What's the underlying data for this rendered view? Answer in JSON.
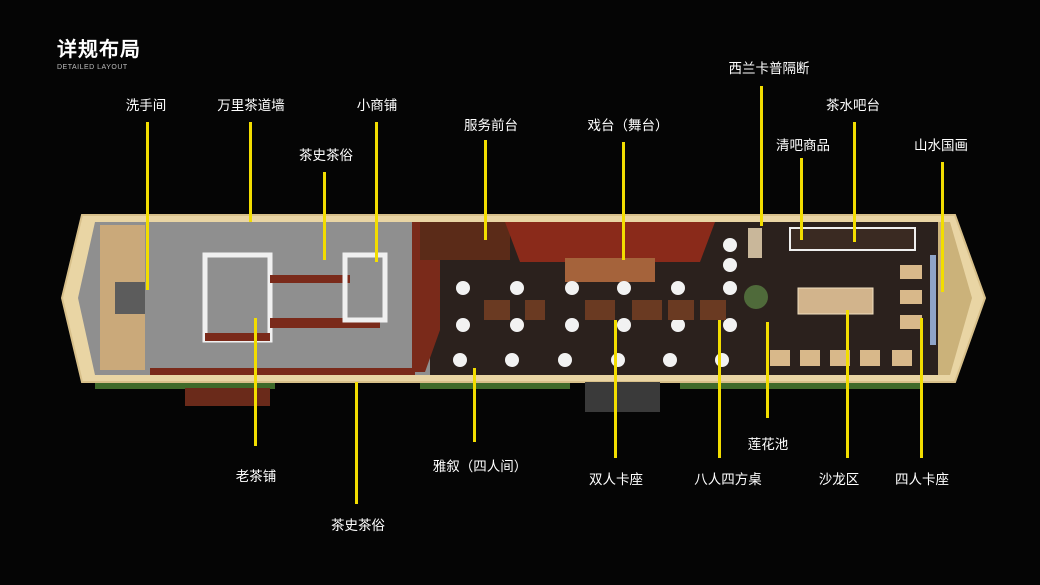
{
  "title": {
    "cn": "详规布局",
    "en": "DETAILED LAYOUT"
  },
  "labels": {
    "washroom": "洗手间",
    "tea_wall": "万里茶道墙",
    "tea_history_top": "茶史茶俗",
    "small_shop": "小商铺",
    "service_desk": "服务前台",
    "stage": "戏台（舞台）",
    "partition": "西兰卡普隔断",
    "tea_bar": "茶水吧台",
    "bar_goods": "清吧商品",
    "landscape_painting": "山水国画",
    "old_shop": "老茶铺",
    "tea_history_bottom": "茶史茶俗",
    "four_room": "雅叙（四人间）",
    "double_booth": "双人卡座",
    "eight_table": "八人四方桌",
    "lotus_pond": "莲花池",
    "salon": "沙龙区",
    "four_booth": "四人卡座"
  },
  "colors": {
    "leader": "#f2dd00",
    "floor_left": "#8f8f8f",
    "floor_right": "#2b211d",
    "frame": "#e8d3a0",
    "wood": "#7a2a1a"
  }
}
